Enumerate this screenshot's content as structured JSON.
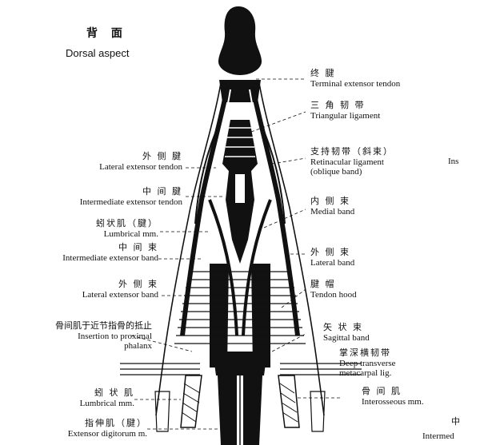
{
  "title": {
    "cn": "背 面",
    "en": "Dorsal aspect"
  },
  "labels": {
    "terminal_extensor_tendon": {
      "cn": "终 腱",
      "en": "Terminal extensor tendon"
    },
    "triangular_ligament": {
      "cn": "三 角 韧 带",
      "en": "Triangular ligament"
    },
    "retinacular_ligament": {
      "cn": "支持韧带（斜束）",
      "en1": "Retinacular ligament",
      "en2": "(oblique band)"
    },
    "medial_band": {
      "cn": "内 侧 束",
      "en": "Medial band"
    },
    "lateral_band_right": {
      "cn": "外 侧 束",
      "en": "Lateral band"
    },
    "tendon_hood": {
      "cn": "腱 帽",
      "en": "Tendon hood"
    },
    "sagittal_band": {
      "cn": "矢 状 束",
      "en": "Sagittal band"
    },
    "deep_transverse": {
      "cn": "掌深横韧带",
      "en1": "Deep transverse",
      "en2": "metacarpal lig."
    },
    "interosseous": {
      "cn": "骨 间 肌",
      "en": "Interosseous mm."
    },
    "lateral_extensor_tendon": {
      "cn": "外 侧 腱",
      "en": "Lateral extensor tendon"
    },
    "intermediate_extensor_tendon": {
      "cn": "中 间 腱",
      "en": "Intermediate extensor tendon"
    },
    "lumbrical_tendon": {
      "cn": "蚓状肌（腱）",
      "en": "Lumbrical mm."
    },
    "intermediate_extensor_band": {
      "cn": "中 间 束",
      "en": "Intermediate extensor band"
    },
    "lateral_extensor_band": {
      "cn": "外 侧 束",
      "en": "Lateral extensor band"
    },
    "insertion": {
      "cn": "骨间肌于近节指骨的抵止",
      "en1": "Insertion to proximal",
      "en2": "phalanx"
    },
    "lumbrical": {
      "cn": "蚓 状 肌",
      "en": "Lumbrical mm."
    },
    "extensor_digitorum": {
      "cn": "指伸肌（腱）",
      "en": "Extensor digitorum m."
    },
    "cut_right_top": "Ins",
    "cut_right_bottom_cn": "中",
    "cut_right_bottom_en": "Intermed"
  },
  "colors": {
    "ink": "#111111",
    "paper": "#ffffff"
  }
}
